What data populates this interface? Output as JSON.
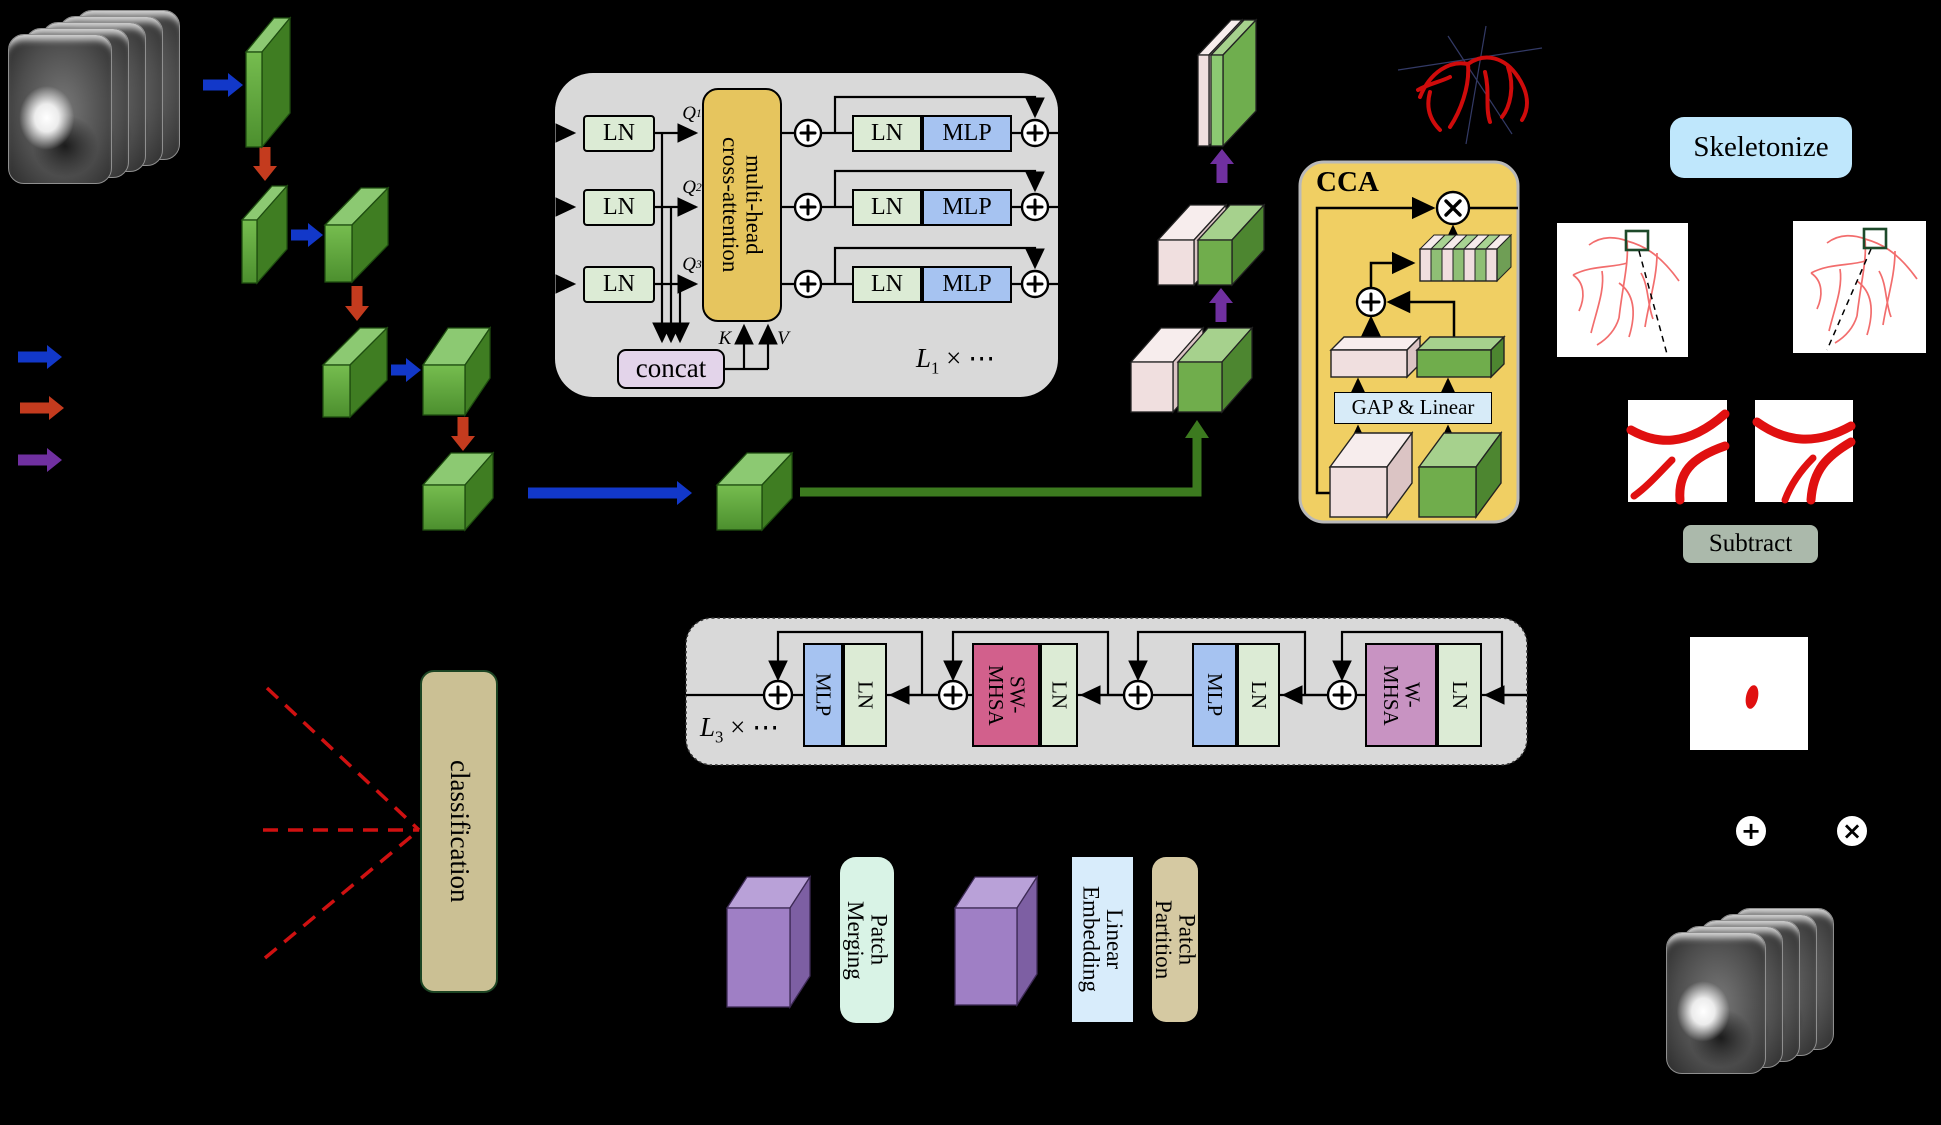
{
  "figure": {
    "background": "#000000"
  },
  "colors": {
    "conv_arrow_blue": "#1238c9",
    "down_arrow_red": "#c43b1e",
    "up_arrow_purple": "#7030a0",
    "skip_arrow_green": "#3c7a1f",
    "dashed_red": "#cf1111",
    "block_gray": "#d9d9d9",
    "ln_green": "#dcebd5",
    "mlp_blue": "#a6c3f1",
    "attention_yellow": "#e6c55e",
    "concat_lavender": "#e3d4ea",
    "cca_yellow": "#f0cf63",
    "gap_blue": "#d7ebf8",
    "w_mhsa_mauve": "#c893c2",
    "sw_mhsa_rose": "#d2608c",
    "classification_tan": "#cbc094",
    "patch_merging_mint": "#d9f3e6",
    "linear_embedding_blue": "#d8ecfb",
    "patch_partition_tan": "#d5c9a2",
    "skeletonize_blue": "#bfe7fc",
    "subtract_gray_green": "#abb9ab",
    "vessel_red": "#e01010"
  },
  "fusion": {
    "ln": "LN",
    "mlp": "MLP",
    "concat": "concat",
    "attention_lines": [
      "multi-head",
      "cross-attention"
    ],
    "q_base": "Q",
    "q_subs": [
      "1",
      "2",
      "3"
    ],
    "k": "K",
    "v": "V",
    "mult_base": "L",
    "mult_sub": "1",
    "mult_rest": "× ⋯"
  },
  "cca": {
    "title": "CCA",
    "gap_linear": "GAP & Linear"
  },
  "swin": {
    "ln": "LN",
    "mlp": "MLP",
    "w_mhsa_lines": [
      "W-",
      "MHSA"
    ],
    "sw_mhsa_lines": [
      "SW-",
      "MHSA"
    ],
    "mult_base": "L",
    "mult_sub": "3",
    "mult_rest": "× ⋯"
  },
  "labels": {
    "skeletonize": "Skeletonize",
    "subtract": "Subtract",
    "classification": "classification",
    "patch_merging_lines": [
      "Patch",
      "Merging"
    ],
    "linear_embedding_lines": [
      "Linear",
      "Embedding"
    ],
    "patch_partition_lines": [
      "Patch",
      "Partition"
    ]
  },
  "symbols": {
    "add": "+",
    "multiply": "×"
  }
}
